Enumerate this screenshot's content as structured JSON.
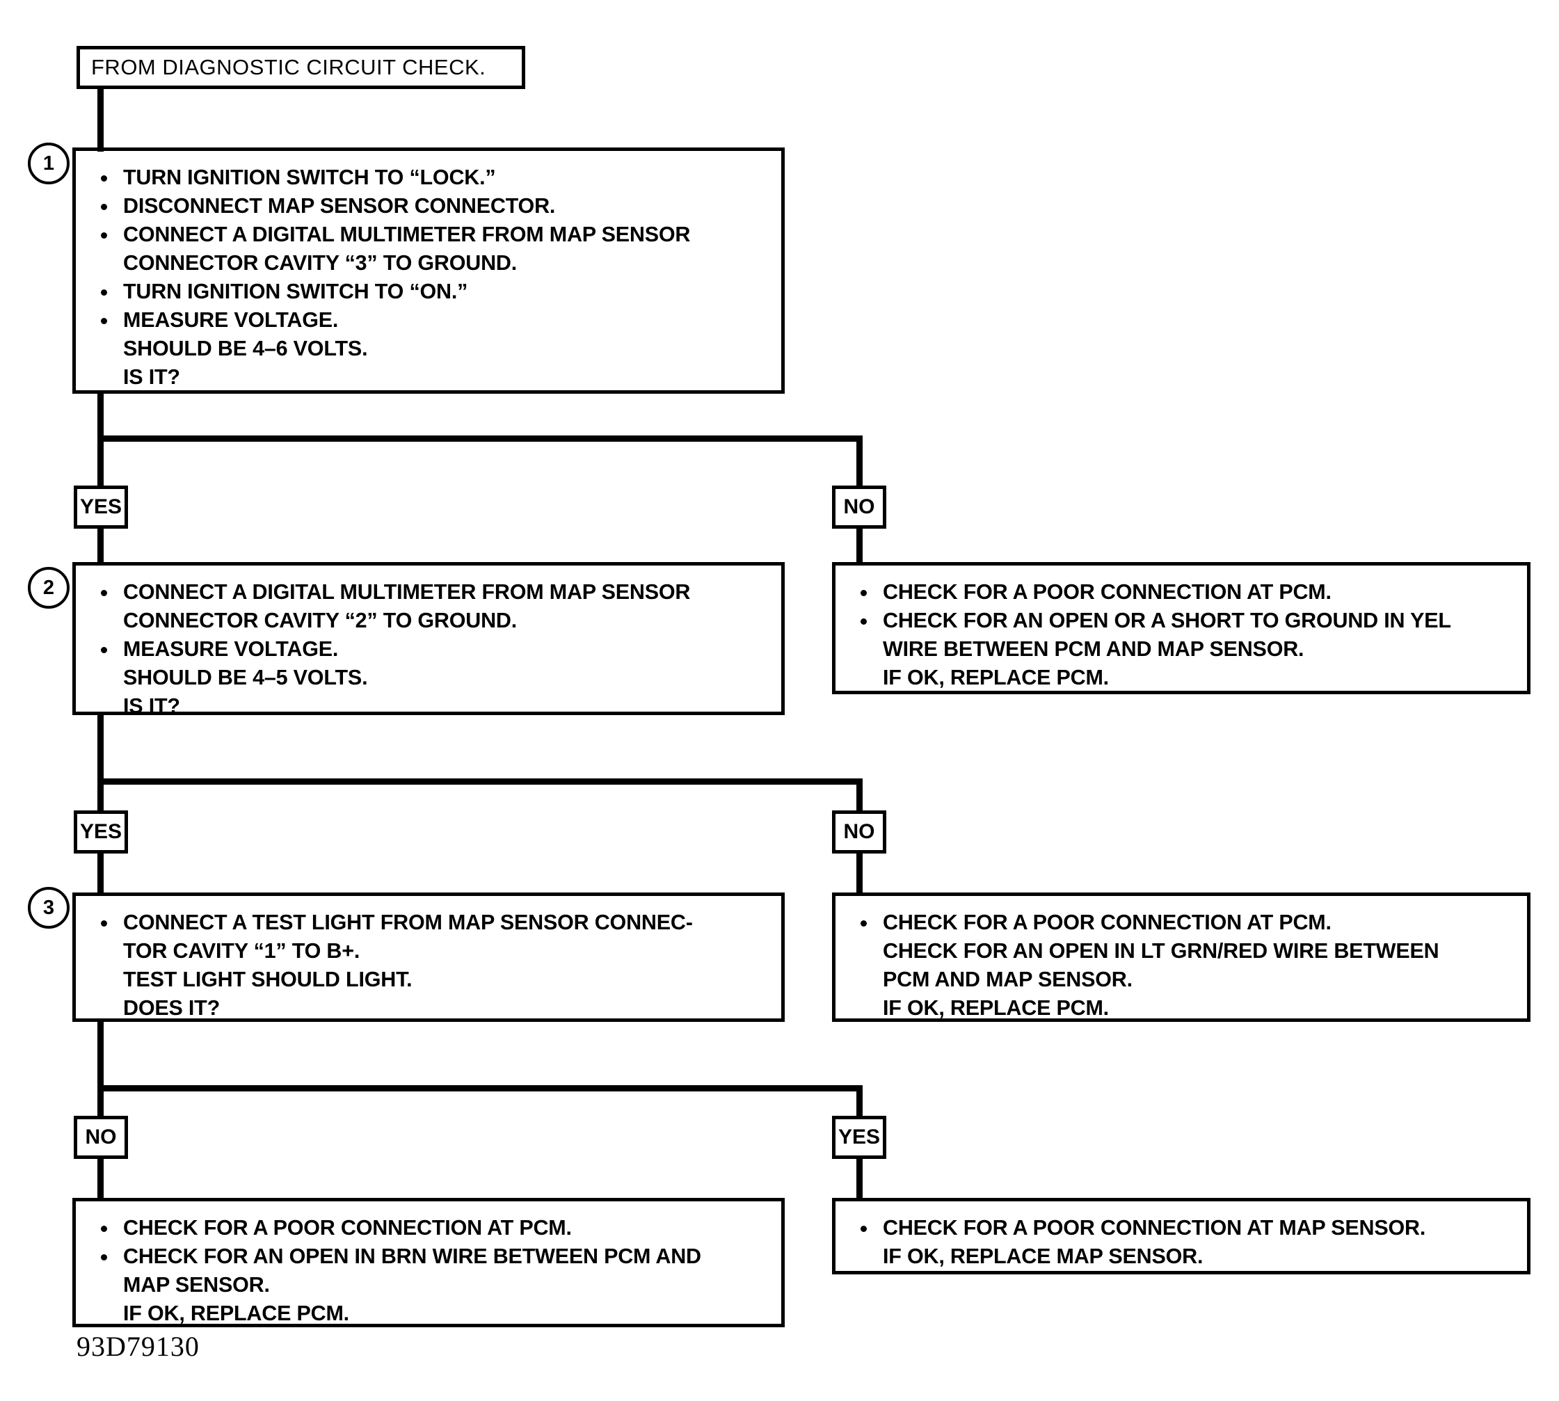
{
  "figure": {
    "caption": "93D79130",
    "header_label": "FROM DIAGNOSTIC CIRCUIT CHECK."
  },
  "labels": {
    "yes": "YES",
    "no": "NO"
  },
  "markers": {
    "step1": "1",
    "step2": "2",
    "step3": "3"
  },
  "steps": {
    "step1": {
      "lines": [
        {
          "bullet": true,
          "text": "TURN IGNITION SWITCH TO “LOCK.”"
        },
        {
          "bullet": true,
          "text": "DISCONNECT MAP SENSOR CONNECTOR."
        },
        {
          "bullet": true,
          "text": "CONNECT A DIGITAL MULTIMETER FROM MAP SENSOR"
        },
        {
          "bullet": false,
          "text": "CONNECTOR CAVITY “3” TO GROUND."
        },
        {
          "bullet": true,
          "text": "TURN IGNITION SWITCH TO “ON.”"
        },
        {
          "bullet": true,
          "text": "MEASURE VOLTAGE."
        },
        {
          "bullet": false,
          "text": "SHOULD BE 4–6 VOLTS."
        },
        {
          "bullet": false,
          "text": "IS IT?"
        }
      ]
    },
    "step2": {
      "lines": [
        {
          "bullet": true,
          "text": "CONNECT A DIGITAL MULTIMETER FROM MAP SENSOR"
        },
        {
          "bullet": false,
          "text": "CONNECTOR CAVITY “2” TO GROUND."
        },
        {
          "bullet": true,
          "text": "MEASURE VOLTAGE."
        },
        {
          "bullet": false,
          "text": "SHOULD BE 4–5 VOLTS."
        },
        {
          "bullet": false,
          "text": "IS IT?"
        }
      ]
    },
    "step2_no": {
      "lines": [
        {
          "bullet": true,
          "text": "CHECK FOR A POOR CONNECTION AT PCM."
        },
        {
          "bullet": true,
          "text": "CHECK FOR AN OPEN OR A SHORT TO GROUND IN YEL"
        },
        {
          "bullet": false,
          "text": "WIRE BETWEEN PCM AND MAP SENSOR."
        },
        {
          "bullet": false,
          "text": "IF OK, REPLACE PCM."
        }
      ]
    },
    "step3": {
      "lines": [
        {
          "bullet": true,
          "text": "CONNECT A TEST LIGHT FROM MAP SENSOR CONNEC-"
        },
        {
          "bullet": false,
          "text": "TOR CAVITY “1” TO B+."
        },
        {
          "bullet": false,
          "text": "TEST LIGHT SHOULD LIGHT."
        },
        {
          "bullet": false,
          "text": "DOES IT?"
        }
      ]
    },
    "step3_no": {
      "lines": [
        {
          "bullet": true,
          "text": "CHECK FOR A POOR CONNECTION AT PCM."
        },
        {
          "bullet": false,
          "text": "CHECK FOR AN OPEN IN LT GRN/RED WIRE BETWEEN"
        },
        {
          "bullet": false,
          "text": "PCM AND MAP SENSOR."
        },
        {
          "bullet": false,
          "text": "IF OK, REPLACE PCM."
        }
      ]
    },
    "final_no": {
      "lines": [
        {
          "bullet": true,
          "text": "CHECK FOR A POOR CONNECTION AT PCM."
        },
        {
          "bullet": true,
          "text": "CHECK FOR AN OPEN IN BRN WIRE BETWEEN PCM AND"
        },
        {
          "bullet": false,
          "text": "MAP SENSOR."
        },
        {
          "bullet": false,
          "text": "IF OK, REPLACE PCM."
        }
      ]
    },
    "final_yes": {
      "lines": [
        {
          "bullet": true,
          "text": "CHECK FOR A POOR CONNECTION AT MAP SENSOR."
        },
        {
          "bullet": false,
          "text": "IF OK, REPLACE MAP SENSOR."
        }
      ]
    }
  }
}
